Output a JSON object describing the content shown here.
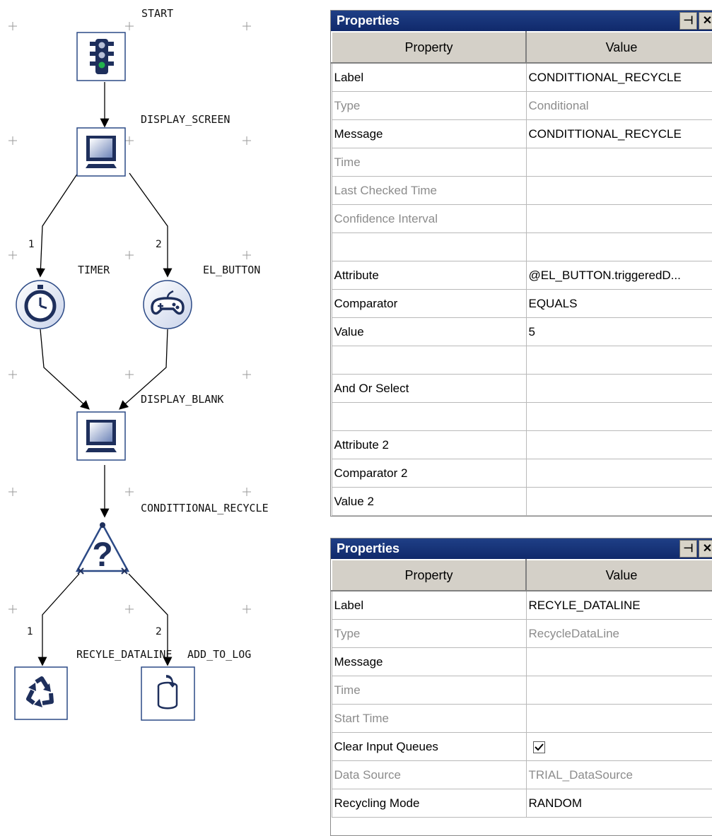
{
  "diagram": {
    "nodes": [
      {
        "id": "start",
        "label": "START",
        "icon": "traffic-light-icon"
      },
      {
        "id": "display_screen",
        "label": "DISPLAY_SCREEN",
        "icon": "monitor-icon"
      },
      {
        "id": "timer",
        "label": "TIMER",
        "icon": "stopwatch-icon"
      },
      {
        "id": "el_button",
        "label": "EL_BUTTON",
        "icon": "gamepad-icon"
      },
      {
        "id": "display_blank",
        "label": "DISPLAY_BLANK",
        "icon": "monitor-icon"
      },
      {
        "id": "conditional_recycle",
        "label": "CONDITTIONAL_RECYCLE",
        "icon": "question-triangle-icon"
      },
      {
        "id": "recycle_dataline",
        "label": "RECYLE_DATALINE",
        "icon": "recycle-icon"
      },
      {
        "id": "add_to_log",
        "label": "ADD_TO_LOG",
        "icon": "log-cylinder-icon"
      }
    ],
    "branch_labels": [
      "1",
      "2",
      "1",
      "2"
    ]
  },
  "properties_panel_1": {
    "title": "Properties",
    "header_property": "Property",
    "header_value": "Value",
    "rows": [
      {
        "property": "Label",
        "value": "CONDITTIONAL_RECYCLE",
        "muted": false
      },
      {
        "property": "Type",
        "value": "Conditional",
        "muted": true
      },
      {
        "property": "Message",
        "value": "CONDITTIONAL_RECYCLE",
        "muted": false
      },
      {
        "property": "Time",
        "value": "",
        "muted": true
      },
      {
        "property": "Last Checked Time",
        "value": "",
        "muted": true
      },
      {
        "property": "Confidence Interval",
        "value": "",
        "muted": true
      },
      {
        "property": "",
        "value": "",
        "muted": false
      },
      {
        "property": "Attribute",
        "value": "@EL_BUTTON.triggeredD...",
        "muted": false
      },
      {
        "property": "Comparator",
        "value": "EQUALS",
        "muted": false
      },
      {
        "property": "Value",
        "value": "5",
        "muted": false
      },
      {
        "property": "",
        "value": "",
        "muted": false
      },
      {
        "property": "And Or Select",
        "value": "",
        "muted": false
      },
      {
        "property": "",
        "value": "",
        "muted": false
      },
      {
        "property": "Attribute 2",
        "value": "",
        "muted": false
      },
      {
        "property": "Comparator 2",
        "value": "",
        "muted": false
      },
      {
        "property": "Value 2",
        "value": "",
        "muted": false
      }
    ]
  },
  "properties_panel_2": {
    "title": "Properties",
    "header_property": "Property",
    "header_value": "Value",
    "rows": [
      {
        "property": "Label",
        "value": "RECYLE_DATALINE",
        "muted": false
      },
      {
        "property": "Type",
        "value": "RecycleDataLine",
        "muted": true
      },
      {
        "property": "Message",
        "value": "",
        "muted": false
      },
      {
        "property": "Time",
        "value": "",
        "muted": true
      },
      {
        "property": "Start Time",
        "value": "",
        "muted": true
      },
      {
        "property": "Clear Input Queues",
        "value": "",
        "checkbox": true,
        "checked": true,
        "muted": false
      },
      {
        "property": "Data Source",
        "value": "TRIAL_DataSource",
        "muted": true
      },
      {
        "property": "Recycling Mode",
        "value": "RANDOM",
        "muted": false
      }
    ]
  }
}
